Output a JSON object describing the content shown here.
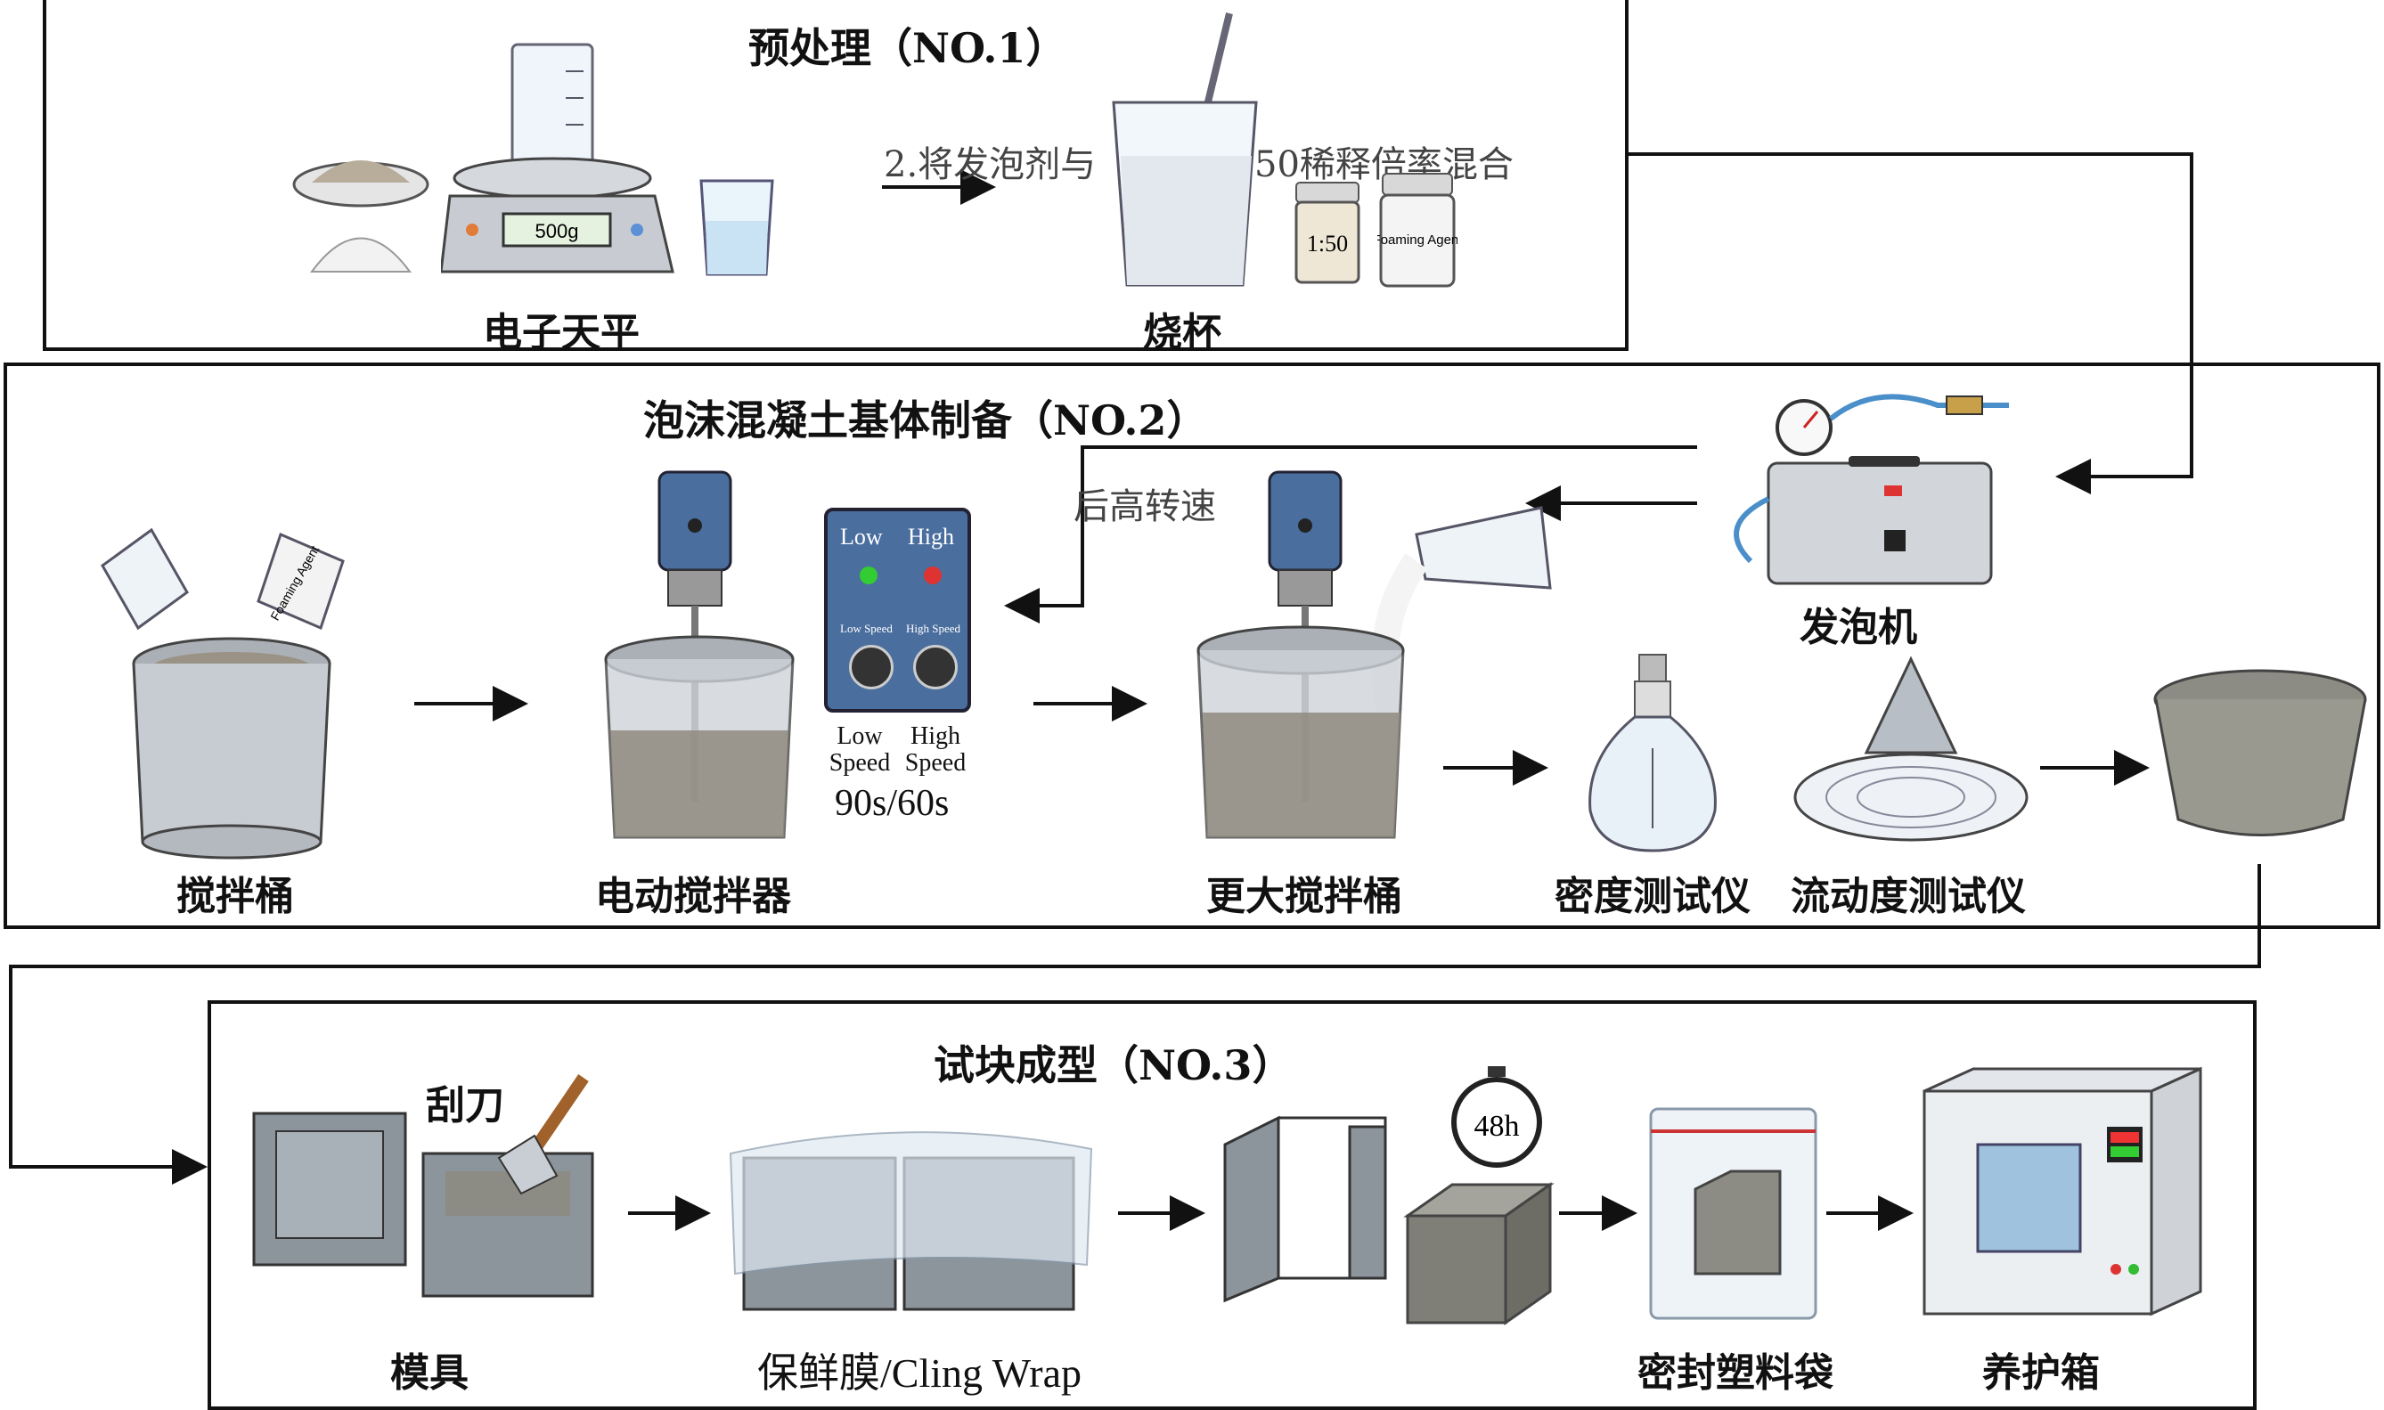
{
  "sections": {
    "s1": {
      "title": "预处理（NO.1）"
    },
    "s2": {
      "title": "泡沫混凝土基体制备（NO.2）"
    },
    "s3": {
      "title": "试块成型（NO.3）"
    }
  },
  "labels": {
    "balance": "电子天平",
    "beaker": "烧杯",
    "mix_note_a": "2.将发泡剂与",
    "mix_note_b": "50稀释倍率混合",
    "after_speed": "后高转速",
    "scale_readout": "500g",
    "jar_ratio": "1:50",
    "jar_agent": "Foaming Agent",
    "foam_gen": "发泡机",
    "bucket": "搅拌桶",
    "mixer": "电动搅拌器",
    "big_bucket": "更大搅拌桶",
    "density": "密度测试仪",
    "flow": "流动度测试仪",
    "ctrl_low": "Low",
    "ctrl_high": "High",
    "ctrl_low_small": "Low Speed",
    "ctrl_high_small": "High Speed",
    "speed_low": "Low\nSpeed",
    "speed_high": "High\nSpeed",
    "speed_time": "90s/60s",
    "cup_agent": "Foaming Agent",
    "scraper": "刮刀",
    "mold": "模具",
    "cling": "保鲜膜/Cling Wrap",
    "timer": "48h",
    "bag": "密封塑料袋",
    "curing": "养护箱"
  },
  "colors": {
    "line": "#111111",
    "metal": "#b9c0c8",
    "mold": "#8c949c",
    "concrete": "#8d8c84",
    "blue": "#4a6e9e"
  }
}
